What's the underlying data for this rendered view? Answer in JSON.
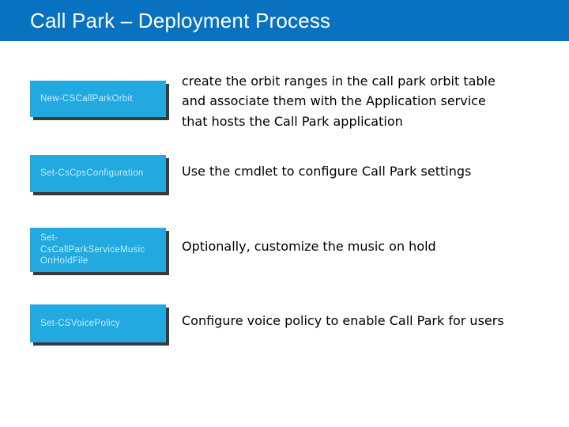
{
  "slide": {
    "title": "Call Park – Deployment Process"
  },
  "colors": {
    "header_bg": "#0872C0",
    "title_text": "#FFFFFF",
    "box_fill": "#21A9E0",
    "box_shadow": "#3A3A3A",
    "box_label_text": "#C9ECF8",
    "body_text": "#000000",
    "page_bg": "#FFFFFF"
  },
  "rows": [
    {
      "cmdlet_lines": [
        "New-CSCallParkOrbit"
      ],
      "desc_lines": [
        "create the orbit ranges in the call park orbit table",
        "and associate them with the Application service",
        "that hosts the Call Park application"
      ]
    },
    {
      "cmdlet_lines": [
        "Set-CsCpsConfiguration"
      ],
      "desc_lines": [
        "Use the cmdlet to configure Call Park settings"
      ]
    },
    {
      "cmdlet_lines": [
        "Set-",
        "CsCallParkServiceMusic",
        "OnHoldFile"
      ],
      "desc_lines": [
        "Optionally, customize the music on hold"
      ]
    },
    {
      "cmdlet_lines": [
        "Set-CSVoicePolicy"
      ],
      "desc_lines": [
        "Configure voice policy to enable Call Park for users"
      ]
    }
  ]
}
